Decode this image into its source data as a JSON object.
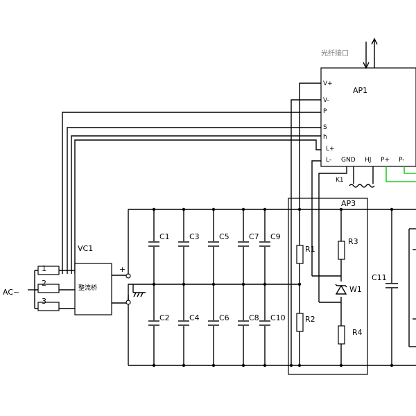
{
  "ap1": {
    "name": "AP1",
    "fiber_label": "光纤接口",
    "pins_left": [
      "V+",
      "V-",
      "P",
      "S",
      "h",
      "L+",
      "L-"
    ],
    "pins_bottom": [
      "GND",
      "HJ",
      "P+",
      "P-"
    ]
  },
  "ap3": {
    "name": "AP3"
  },
  "vc1": {
    "name": "VC1",
    "body": "整流桥",
    "plus": "+",
    "minus": "-"
  },
  "ac": {
    "label": "AC~"
  },
  "fuses": [
    "1",
    "2",
    "3"
  ],
  "relay": {
    "name": "K1"
  },
  "caps_top": [
    "C1",
    "C3",
    "C5",
    "C7",
    "C9"
  ],
  "caps_bottom": [
    "C2",
    "C4",
    "C6",
    "C8",
    "C10"
  ],
  "resistors": {
    "r1": "R1",
    "r2": "R2",
    "r3": "R3",
    "r4": "R4"
  },
  "zener": {
    "name": "W1"
  },
  "cap_c11": {
    "name": "C11"
  }
}
